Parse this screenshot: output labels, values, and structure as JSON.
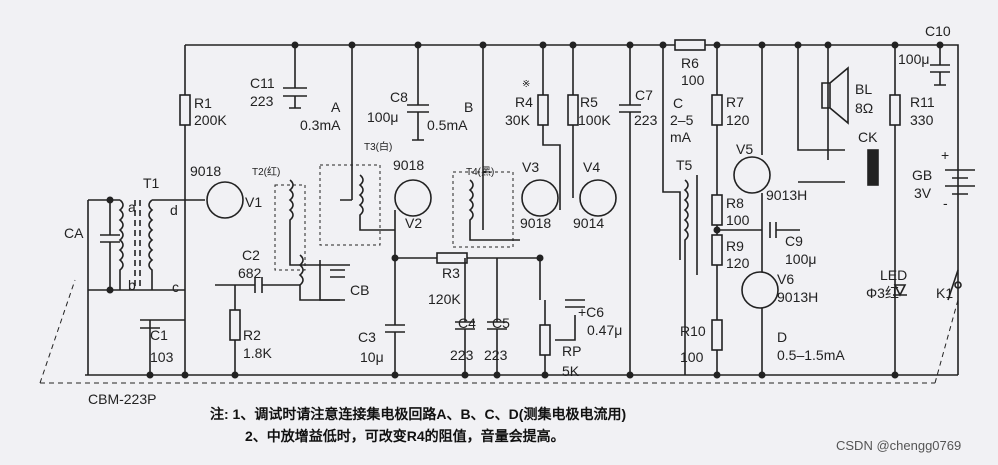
{
  "colors": {
    "paper": "#f1f1f4",
    "ink": "#222222"
  },
  "labels": {
    "C11": "C11",
    "C11v": "223",
    "R1": "R1",
    "R1v": "200K",
    "A": "A",
    "Aval": "0.3mA",
    "C8": "C8",
    "C8v": "100μ",
    "Bval": "0.5mA",
    "B": "B",
    "R4mark": "※",
    "R4": "R4",
    "R4v": "30K",
    "R5": "R5",
    "R5v": "100K",
    "C7": "C7",
    "C7v": "223",
    "C": "C",
    "Cval1": "2–5",
    "Cval2": "mA",
    "R6": "R6",
    "R6v": "100",
    "R7": "R7",
    "R7v": "120",
    "BL": "BL",
    "BLv": "8Ω",
    "R11": "R11",
    "R11v": "330",
    "C10": "C10",
    "C10v": "100μ",
    "CK": "CK",
    "GB": "GB",
    "GBv": "3V",
    "plus": "+",
    "minus": "-",
    "T1": "T1",
    "V1type": "9018",
    "V1": "V1",
    "T2": "T2(红)",
    "T3": "T3(白)",
    "V2type": "9018",
    "V2": "V2",
    "T4": "T4(黑)",
    "V3": "V3",
    "V3type": "9018",
    "V4": "V4",
    "V4type": "9014",
    "T5": "T5",
    "V5": "V5",
    "V5type": "9013H",
    "R8": "R8",
    "R8v": "100",
    "C9": "C9",
    "C9v": "100μ",
    "R9": "R9",
    "R9v": "120",
    "LED": "LED",
    "LEDv": "Φ3红",
    "V6": "V6",
    "V6type": "9013H",
    "K1": "K1",
    "a": "a",
    "b": "b",
    "c": "c",
    "d": "d",
    "CA": "CA",
    "C2": "C2",
    "C2v": "682",
    "CB": "CB",
    "R3": "R3",
    "R3v": "120K",
    "C3": "C3",
    "C3v": "10μ",
    "C4": "C4",
    "C4v": "223",
    "C5": "C5",
    "C5v": "223",
    "C6": "+C6",
    "C6v": "0.47μ",
    "RP": "RP",
    "RPv": "5K",
    "R10": "R10",
    "R10v": "100",
    "D": "D",
    "Dval": "0.5–1.5mA",
    "C1": "C1",
    "C1v": "103",
    "R2": "R2",
    "R2v": "1.8K",
    "CBM": "CBM-223P"
  },
  "notes": [
    "注: 1、调试时请注意连接集电极回路A、B、C、D(测集电极电流用)",
    "2、中放增益低时，可改变R4的阻值，音量会提高。"
  ],
  "watermark": "CSDN @chengg0769"
}
